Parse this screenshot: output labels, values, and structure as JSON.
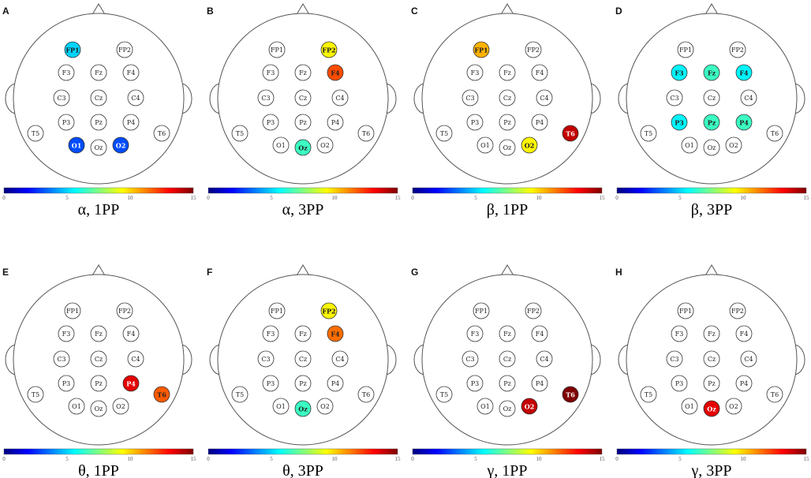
{
  "colorbar": {
    "min": 0,
    "max": 15,
    "ticks": [
      "0",
      "5",
      "10",
      "15"
    ],
    "colormap": "jet",
    "stops": [
      "#00007f",
      "#0000ff",
      "#007fff",
      "#00ffff",
      "#7fff7f",
      "#ffff00",
      "#ff7f00",
      "#ff0000",
      "#7f0000"
    ]
  },
  "electrodes": [
    "FP1",
    "FP2",
    "F3",
    "Fz",
    "F4",
    "C3",
    "Cz",
    "C4",
    "T5",
    "P3",
    "Pz",
    "P4",
    "T6",
    "O1",
    "Oz",
    "O2"
  ],
  "panels": [
    {
      "letter": "A",
      "caption": "α, 1PP",
      "active": {
        "FP1": 5,
        "O1": 3,
        "O2": 3
      }
    },
    {
      "letter": "B",
      "caption": "α, 3PP",
      "active": {
        "FP2": 9.5,
        "F4": 12,
        "Oz": 6.5
      }
    },
    {
      "letter": "C",
      "caption": "β, 1PP",
      "active": {
        "FP1": 10.5,
        "O2": 9.5,
        "T6": 14
      }
    },
    {
      "letter": "D",
      "caption": "β, 3PP",
      "active": {
        "F3": 5.5,
        "Fz": 6.5,
        "F4": 5.5,
        "P3": 5.5,
        "Pz": 6.5,
        "P4": 6.5
      }
    },
    {
      "letter": "E",
      "caption": "θ, 1PP",
      "active": {
        "P4": 13.5,
        "T6": 11.8
      }
    },
    {
      "letter": "F",
      "caption": "θ, 3PP",
      "active": {
        "FP2": 9.5,
        "F4": 11.5,
        "Oz": 6.5
      }
    },
    {
      "letter": "G",
      "caption": "γ, 1PP",
      "active": {
        "O2": 14,
        "T6": 15
      }
    },
    {
      "letter": "H",
      "caption": "γ, 3PP",
      "active": {
        "Oz": 13.5
      }
    }
  ]
}
